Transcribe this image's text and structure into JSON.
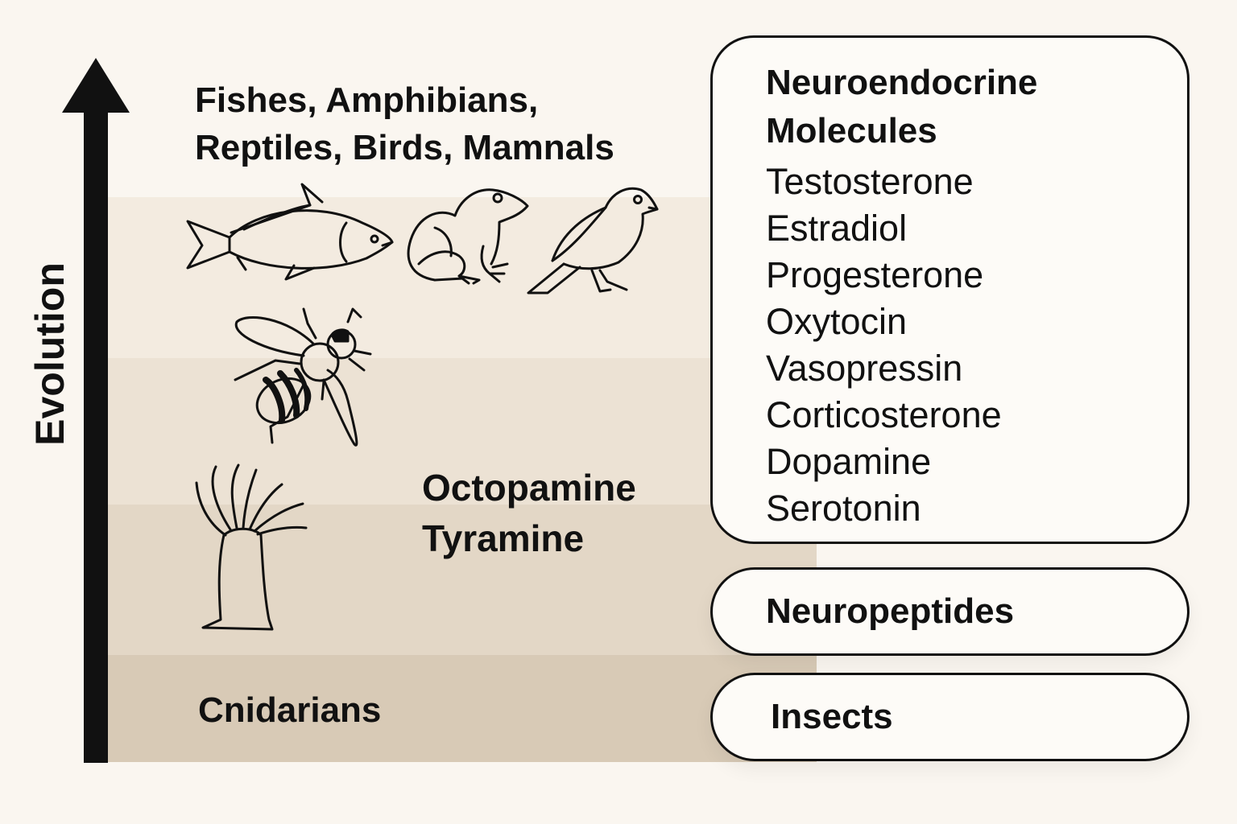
{
  "axis": {
    "label": "Evolution"
  },
  "labels": {
    "vertebrates": [
      "Fishes, Amphibians,",
      "Reptiles, Birds, Mamnals"
    ],
    "amines": [
      "Octopamine",
      "Tyramine"
    ],
    "cnidarians": "Cnidarians"
  },
  "icons": [
    "fish-icon",
    "frog-icon",
    "bird-icon",
    "bee-icon",
    "sea-anemone-icon"
  ],
  "boxes": {
    "main": {
      "title": [
        "Neuroendocrine",
        "Molecules"
      ],
      "items": [
        "Testosterone",
        "Estradiol",
        "Progesterone",
        "Oxytocin",
        "Vasopressin",
        "Corticosterone",
        "Dopamine",
        "Serotonin"
      ]
    },
    "neuropeptides": "Neuropeptides",
    "insects": "Insects"
  },
  "colors": {
    "background": "#faf6f0",
    "bands": [
      "#f3ebe0",
      "#ece2d4",
      "#e3d7c6",
      "#d8cab6"
    ],
    "ink": "#111111"
  }
}
